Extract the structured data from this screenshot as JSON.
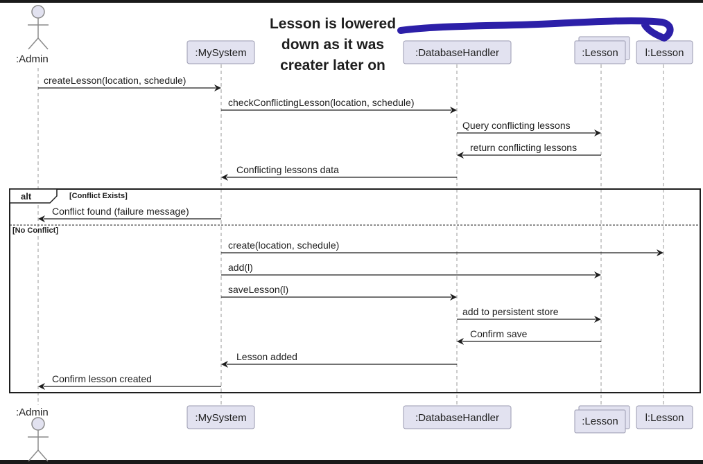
{
  "participants": [
    {
      "id": "admin",
      "label": ":Admin",
      "kind": "actor"
    },
    {
      "id": "mysystem",
      "label": ":MySystem",
      "kind": "box"
    },
    {
      "id": "dbhandler",
      "label": ":DatabaseHandler",
      "kind": "box"
    },
    {
      "id": "lessons",
      "label": ":Lesson",
      "kind": "collection"
    },
    {
      "id": "lesson",
      "label": "l:Lesson",
      "kind": "box"
    }
  ],
  "annotation": {
    "lines": [
      "Lesson is lowered",
      "down as it was",
      "creater later on"
    ],
    "color": "#2c1fa8"
  },
  "messages": [
    {
      "from": "admin",
      "to": "mysystem",
      "label": "createLesson(location, schedule)"
    },
    {
      "from": "mysystem",
      "to": "dbhandler",
      "label": "checkConflictingLesson(location, schedule)"
    },
    {
      "from": "dbhandler",
      "to": "lessons",
      "label": "Query conflicting lessons"
    },
    {
      "from": "lessons",
      "to": "dbhandler",
      "label": "return conflicting lessons"
    },
    {
      "from": "dbhandler",
      "to": "mysystem",
      "label": "Conflicting lessons data"
    },
    {
      "from": "mysystem",
      "to": "admin",
      "label": "Conflict found (failure message)"
    },
    {
      "from": "mysystem",
      "to": "lesson",
      "label": "create(location, schedule)"
    },
    {
      "from": "mysystem",
      "to": "lessons",
      "label": "add(l)"
    },
    {
      "from": "mysystem",
      "to": "dbhandler",
      "label": "saveLesson(l)"
    },
    {
      "from": "dbhandler",
      "to": "lessons",
      "label": "add to persistent store"
    },
    {
      "from": "lessons",
      "to": "dbhandler",
      "label": "Confirm save"
    },
    {
      "from": "dbhandler",
      "to": "mysystem",
      "label": "Lesson added"
    },
    {
      "from": "mysystem",
      "to": "admin",
      "label": "Confirm lesson created"
    }
  ],
  "alt_fragment": {
    "keyword": "alt",
    "guard1": "[Conflict Exists]",
    "guard2": "[No Conflict]"
  }
}
